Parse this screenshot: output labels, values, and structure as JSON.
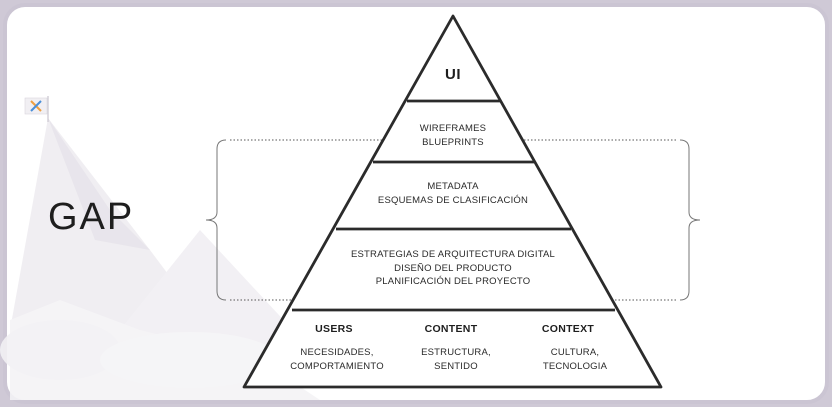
{
  "gap_label": "GAP",
  "pyramid": {
    "top": "UI",
    "layer2": [
      "WIREFRAMES",
      "BLUEPRINTS"
    ],
    "layer3": [
      "METADATA",
      "ESQUEMAS DE CLASIFICACIÓN"
    ],
    "layer4": [
      "ESTRATEGIAS DE ARQUITECTURA DIGITAL",
      "DISEÑO DEL PRODUCTO",
      "PLANIFICACIÓN DEL PROYECTO"
    ],
    "base": {
      "columns": [
        {
          "title": "USERS",
          "lines": [
            "NECESIDADES,",
            "COMPORTAMIENTO"
          ]
        },
        {
          "title": "CONTENT",
          "lines": [
            "ESTRUCTURA,",
            "SENTIDO"
          ]
        },
        {
          "title": "CONTEXT",
          "lines": [
            "CULTURA,",
            "TECNOLOGIA"
          ]
        }
      ]
    }
  },
  "colors": {
    "frame": "#cbc5d3",
    "outline": "#2b2b2b",
    "mountain": "#eceaee"
  }
}
